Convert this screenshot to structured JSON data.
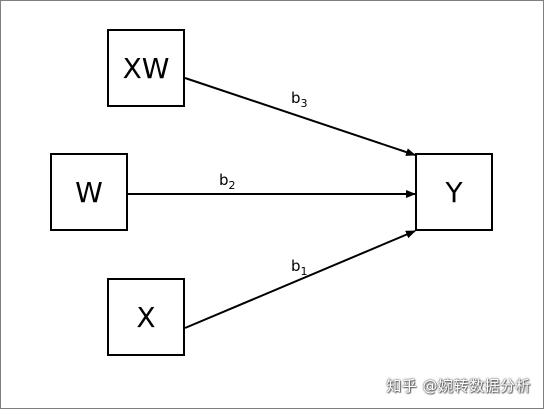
{
  "nodes": {
    "xw": {
      "label": "XW"
    },
    "w": {
      "label": "W"
    },
    "x": {
      "label": "X"
    },
    "y": {
      "label": "Y"
    }
  },
  "paths": {
    "b3": {
      "letter": "b",
      "subscript": "3"
    },
    "b2": {
      "letter": "b",
      "subscript": "2"
    },
    "b1": {
      "letter": "b",
      "subscript": "1"
    }
  },
  "watermark": "知乎 @婉转数据分析",
  "colors": {
    "stroke": "#000000",
    "frame": "#7f7f7f"
  }
}
